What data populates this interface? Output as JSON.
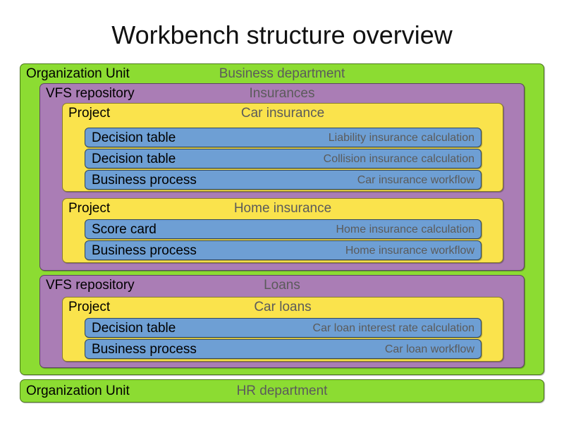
{
  "title": "Workbench structure overview",
  "colors": {
    "organization_unit": "#8CDC32",
    "vfs_repository": "#AA7DB5",
    "project": "#FAE34C",
    "asset": "#6E9FD4",
    "type_text": "#000000",
    "name_text": "#5B5B5B",
    "page_background": "#FFFFFF"
  },
  "org_units": [
    {
      "type_label": "Organization Unit",
      "name": "Business department",
      "repositories": [
        {
          "type_label": "VFS repository",
          "name": "Insurances",
          "projects": [
            {
              "type_label": "Project",
              "name": "Car insurance",
              "assets": [
                {
                  "type_label": "Decision table",
                  "name": "Liability insurance calculation"
                },
                {
                  "type_label": "Decision table",
                  "name": "Collision insurance calculation"
                },
                {
                  "type_label": "Business process",
                  "name": "Car insurance workflow"
                }
              ]
            },
            {
              "type_label": "Project",
              "name": "Home insurance",
              "assets": [
                {
                  "type_label": "Score card",
                  "name": "Home insurance calculation"
                },
                {
                  "type_label": "Business process",
                  "name": "Home insurance workflow"
                }
              ]
            }
          ]
        },
        {
          "type_label": "VFS repository",
          "name": "Loans",
          "projects": [
            {
              "type_label": "Project",
              "name": "Car loans",
              "assets": [
                {
                  "type_label": "Decision table",
                  "name": "Car loan interest rate calculation"
                },
                {
                  "type_label": "Business process",
                  "name": "Car loan workflow"
                }
              ]
            }
          ]
        }
      ]
    },
    {
      "type_label": "Organization Unit",
      "name": "HR department",
      "repositories": []
    }
  ]
}
